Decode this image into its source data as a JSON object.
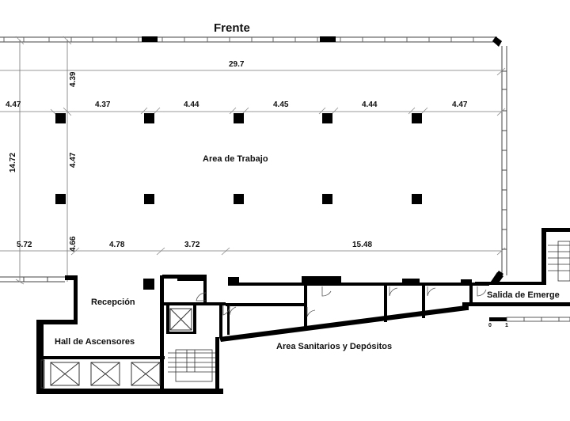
{
  "title": "Frente",
  "rooms": {
    "work_area": "Area de Trabajo",
    "reception": "Recepción",
    "elevator_hall": "Hall de Ascensores",
    "sanitary_storage": "Area Sanitarios y Depósitos",
    "emergency_exit": "Salida de Emerge"
  },
  "dimensions": {
    "total_width": "29.7",
    "total_depth": "14.72",
    "top_row": [
      "4.47",
      "4.37",
      "4.44",
      "4.45",
      "4.44",
      "4.47"
    ],
    "bottom_row": [
      "5.72",
      "4.78",
      "3.72",
      "15.48"
    ],
    "vertical": [
      "4.39",
      "4.47",
      "4.66"
    ]
  },
  "scale": {
    "labels": [
      "0",
      "1"
    ]
  },
  "colors": {
    "wall": "#000000",
    "line": "#555555",
    "background": "#ffffff"
  }
}
